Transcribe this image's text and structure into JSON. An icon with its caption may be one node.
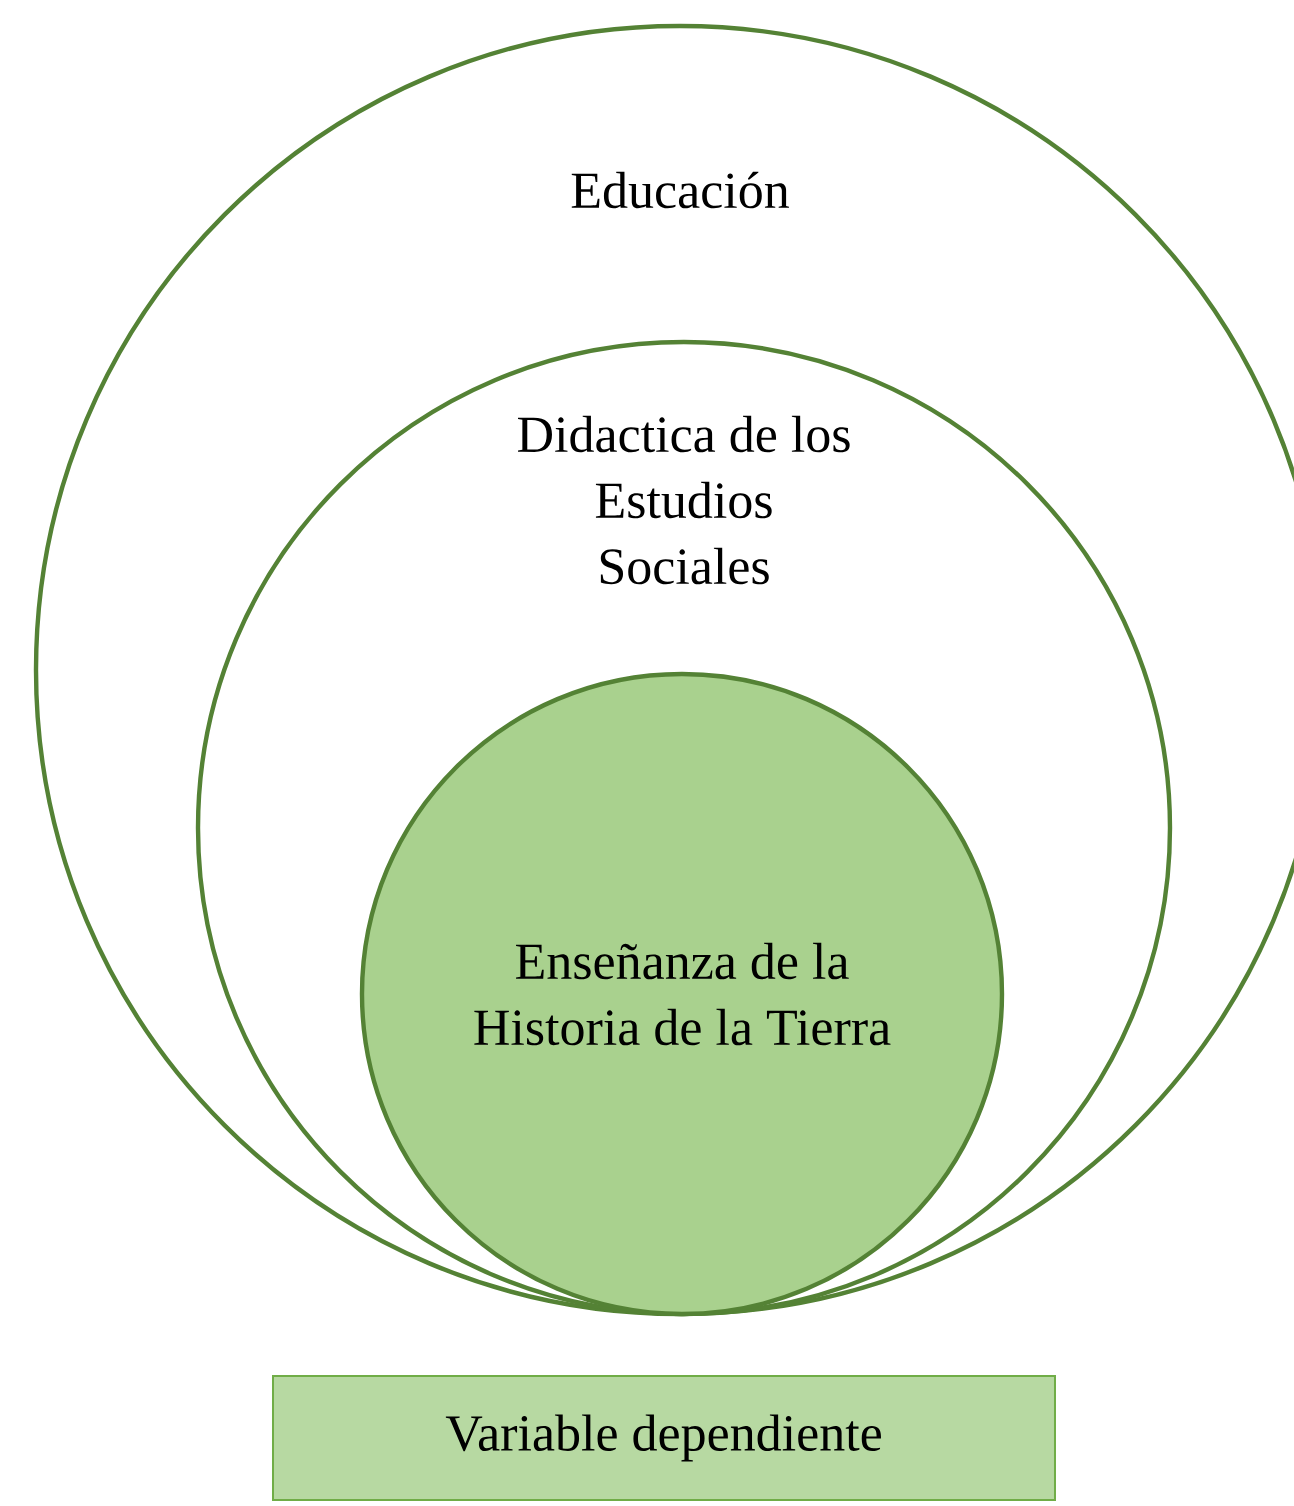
{
  "diagram": {
    "nodes": [
      {
        "text": [
          "Educación"
        ]
      },
      {
        "text": [
          "Didactica de los Estudios Sociales"
        ],
        "in": 0
      },
      {
        "text": [
          "Enseñanza de la Historia de la Tierra"
        ],
        "in": 1
      },
      {
        "text": [
          "Variable dependiente"
        ]
      }
    ]
  }
}
